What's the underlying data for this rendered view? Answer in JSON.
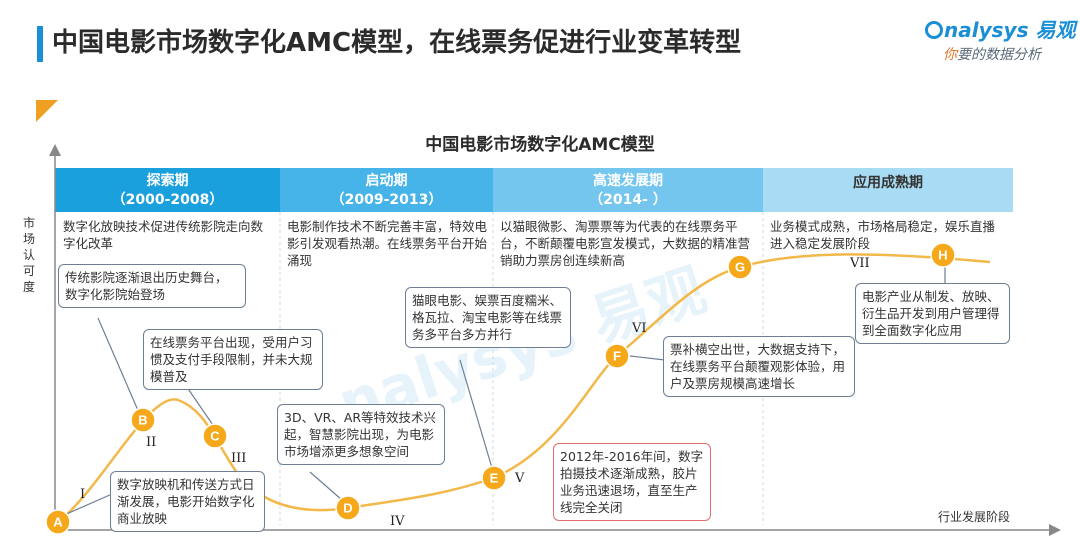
{
  "page": {
    "title": "中国电影市场数字化AMC模型，在线票务促进行业变革转型"
  },
  "logo": {
    "brand_latin": "nalysys",
    "brand_cn": "易观",
    "slogan_accent": "你",
    "slogan": "要的数据分析"
  },
  "diagram": {
    "title": "中国电影市场数字化AMC模型",
    "y_axis_label": "市场认可度",
    "x_axis_label": "行业发展阶段",
    "phases": [
      {
        "name": "探索期",
        "years": "（2000-2008）",
        "color": "#1aa0dc",
        "desc": "数字化放映技术促进传统影院走向数字化改革"
      },
      {
        "name": "启动期",
        "years": "（2009-2013）",
        "color": "#46b4e8",
        "desc": "电影制作技术不断完善丰富，特效电影引发观看热潮。在线票务平台开始涌现"
      },
      {
        "name": "高速发展期",
        "years": "（2014- ）",
        "color": "#74c6ee",
        "desc": "以猫眼微影、淘票票等为代表的在线票务平台，不断颠覆电影宣发模式，大数据的精准营销助力票房创连续新高"
      },
      {
        "name": "应用成熟期",
        "years": "",
        "color": "#a8dcf4",
        "desc": "业务模式成熟，市场格局稳定，娱乐直播进入稳定发展阶段"
      }
    ],
    "nodes": [
      "A",
      "B",
      "C",
      "D",
      "E",
      "F",
      "G",
      "H"
    ],
    "stage_numerals": [
      "I",
      "II",
      "III",
      "IV",
      "V",
      "VI",
      "VII"
    ],
    "callouts": {
      "b": "传统影院逐渐退出历史舞台，数字化影院始登场",
      "c": "在线票务平台出现，受用户习惯及支付手段限制，并未大规模普及",
      "a": "数字放映机和传送方式日渐发展，电影开始数字化商业放映",
      "d": "3D、VR、AR等特效技术兴起，智慧影院出现，为电影市场增添更多想象空间",
      "e_top": "猫眼电影、娱票百度糯米、格瓦拉、淘宝电影等在线票务多平台多方并行",
      "e_bottom": "2012年-2016年间，数字拍摄技术逐渐成熟，胶片业务迅速退场，直至生产线完全关闭",
      "f": "票补横空出世，大数据支持下，在线票务平台颠覆观影体验，用户及票房规模高速增长",
      "h": "电影产业从制发、放映、衍生品开发到用户管理得到全面数字化应用"
    },
    "colors": {
      "curve": "#f2b84a",
      "node": "#f5a91a",
      "axis": "#888888"
    }
  }
}
